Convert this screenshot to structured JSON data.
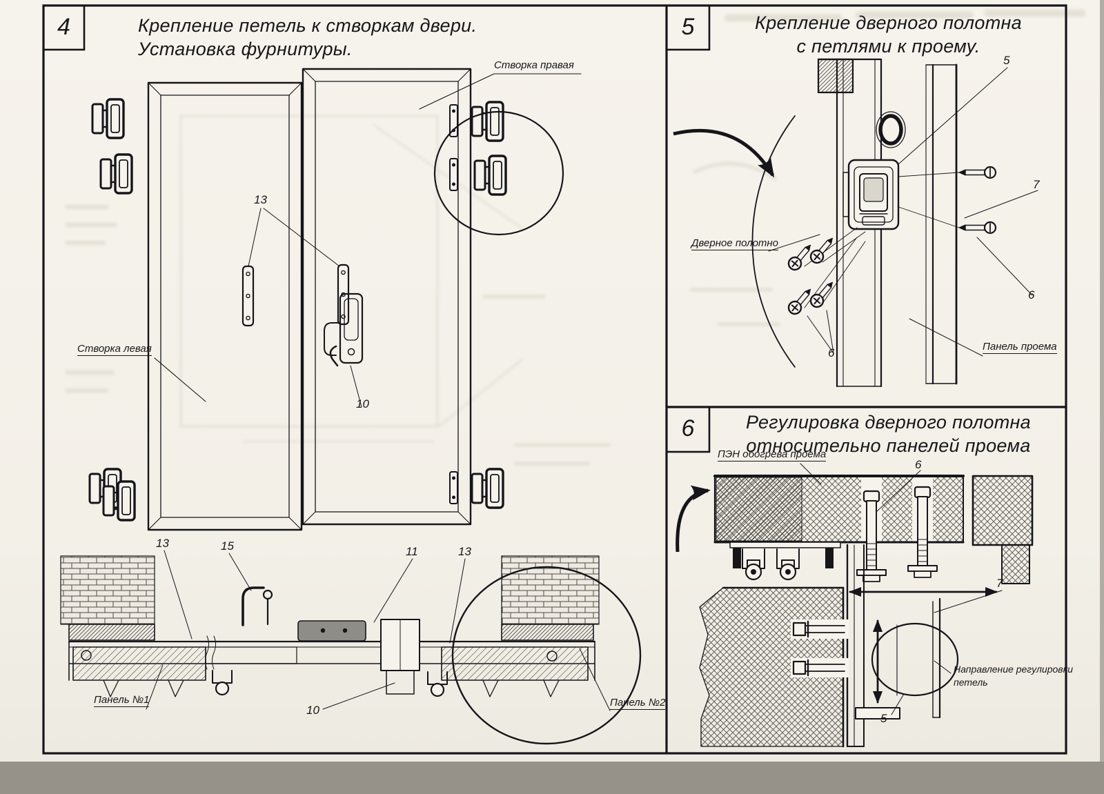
{
  "style": {
    "paper_color": "#f4f1e9",
    "ink_color": "#17171a"
  },
  "panel4": {
    "number": "4",
    "title1": "Крепление петель к створкам двери.",
    "title2": "Установка фурнитуры.",
    "label_leaf_right": "Створка правая",
    "label_leaf_left": "Створка левая",
    "label_panel1": "Панель №1",
    "label_panel2": "Панель №2",
    "callout_13_doors": "13",
    "callout_10_handle": "10",
    "callout_13_sill_left": "13",
    "callout_15": "15",
    "callout_11": "11",
    "callout_13_sill_right": "13",
    "callout_10_sill": "10"
  },
  "panel5": {
    "number": "5",
    "title1": "Крепление дверного полотна",
    "title2": "с петлями к проему.",
    "label_door_leaf": "Дверное полотно",
    "label_opening_panel": "Панель проема",
    "callout_5": "5",
    "callout_7": "7",
    "callout_6_right": "6",
    "callout_6_bottom": "6"
  },
  "panel6": {
    "number": "6",
    "title1": "Регулировка дверного полотна",
    "title2": "относительно панелей проема",
    "label_heater": "ПЭН обогрева проема",
    "label_direction1": "Направление регулировки",
    "label_direction2": "петель",
    "callout_6": "6",
    "callout_7": "7",
    "callout_5": "5"
  }
}
